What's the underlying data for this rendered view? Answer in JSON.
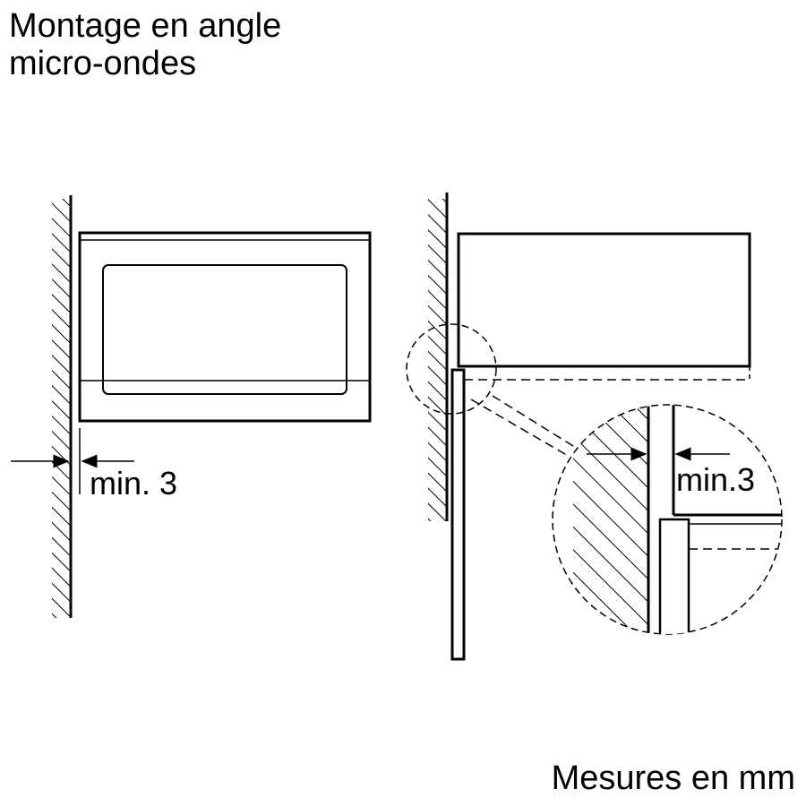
{
  "title": {
    "line1": "Montage en angle",
    "line2": "micro-ondes"
  },
  "left_view": {
    "clearance_label": "min. 3"
  },
  "right_view": {
    "clearance_label": "min.3"
  },
  "footer": {
    "units_note": "Mesures en mm"
  }
}
